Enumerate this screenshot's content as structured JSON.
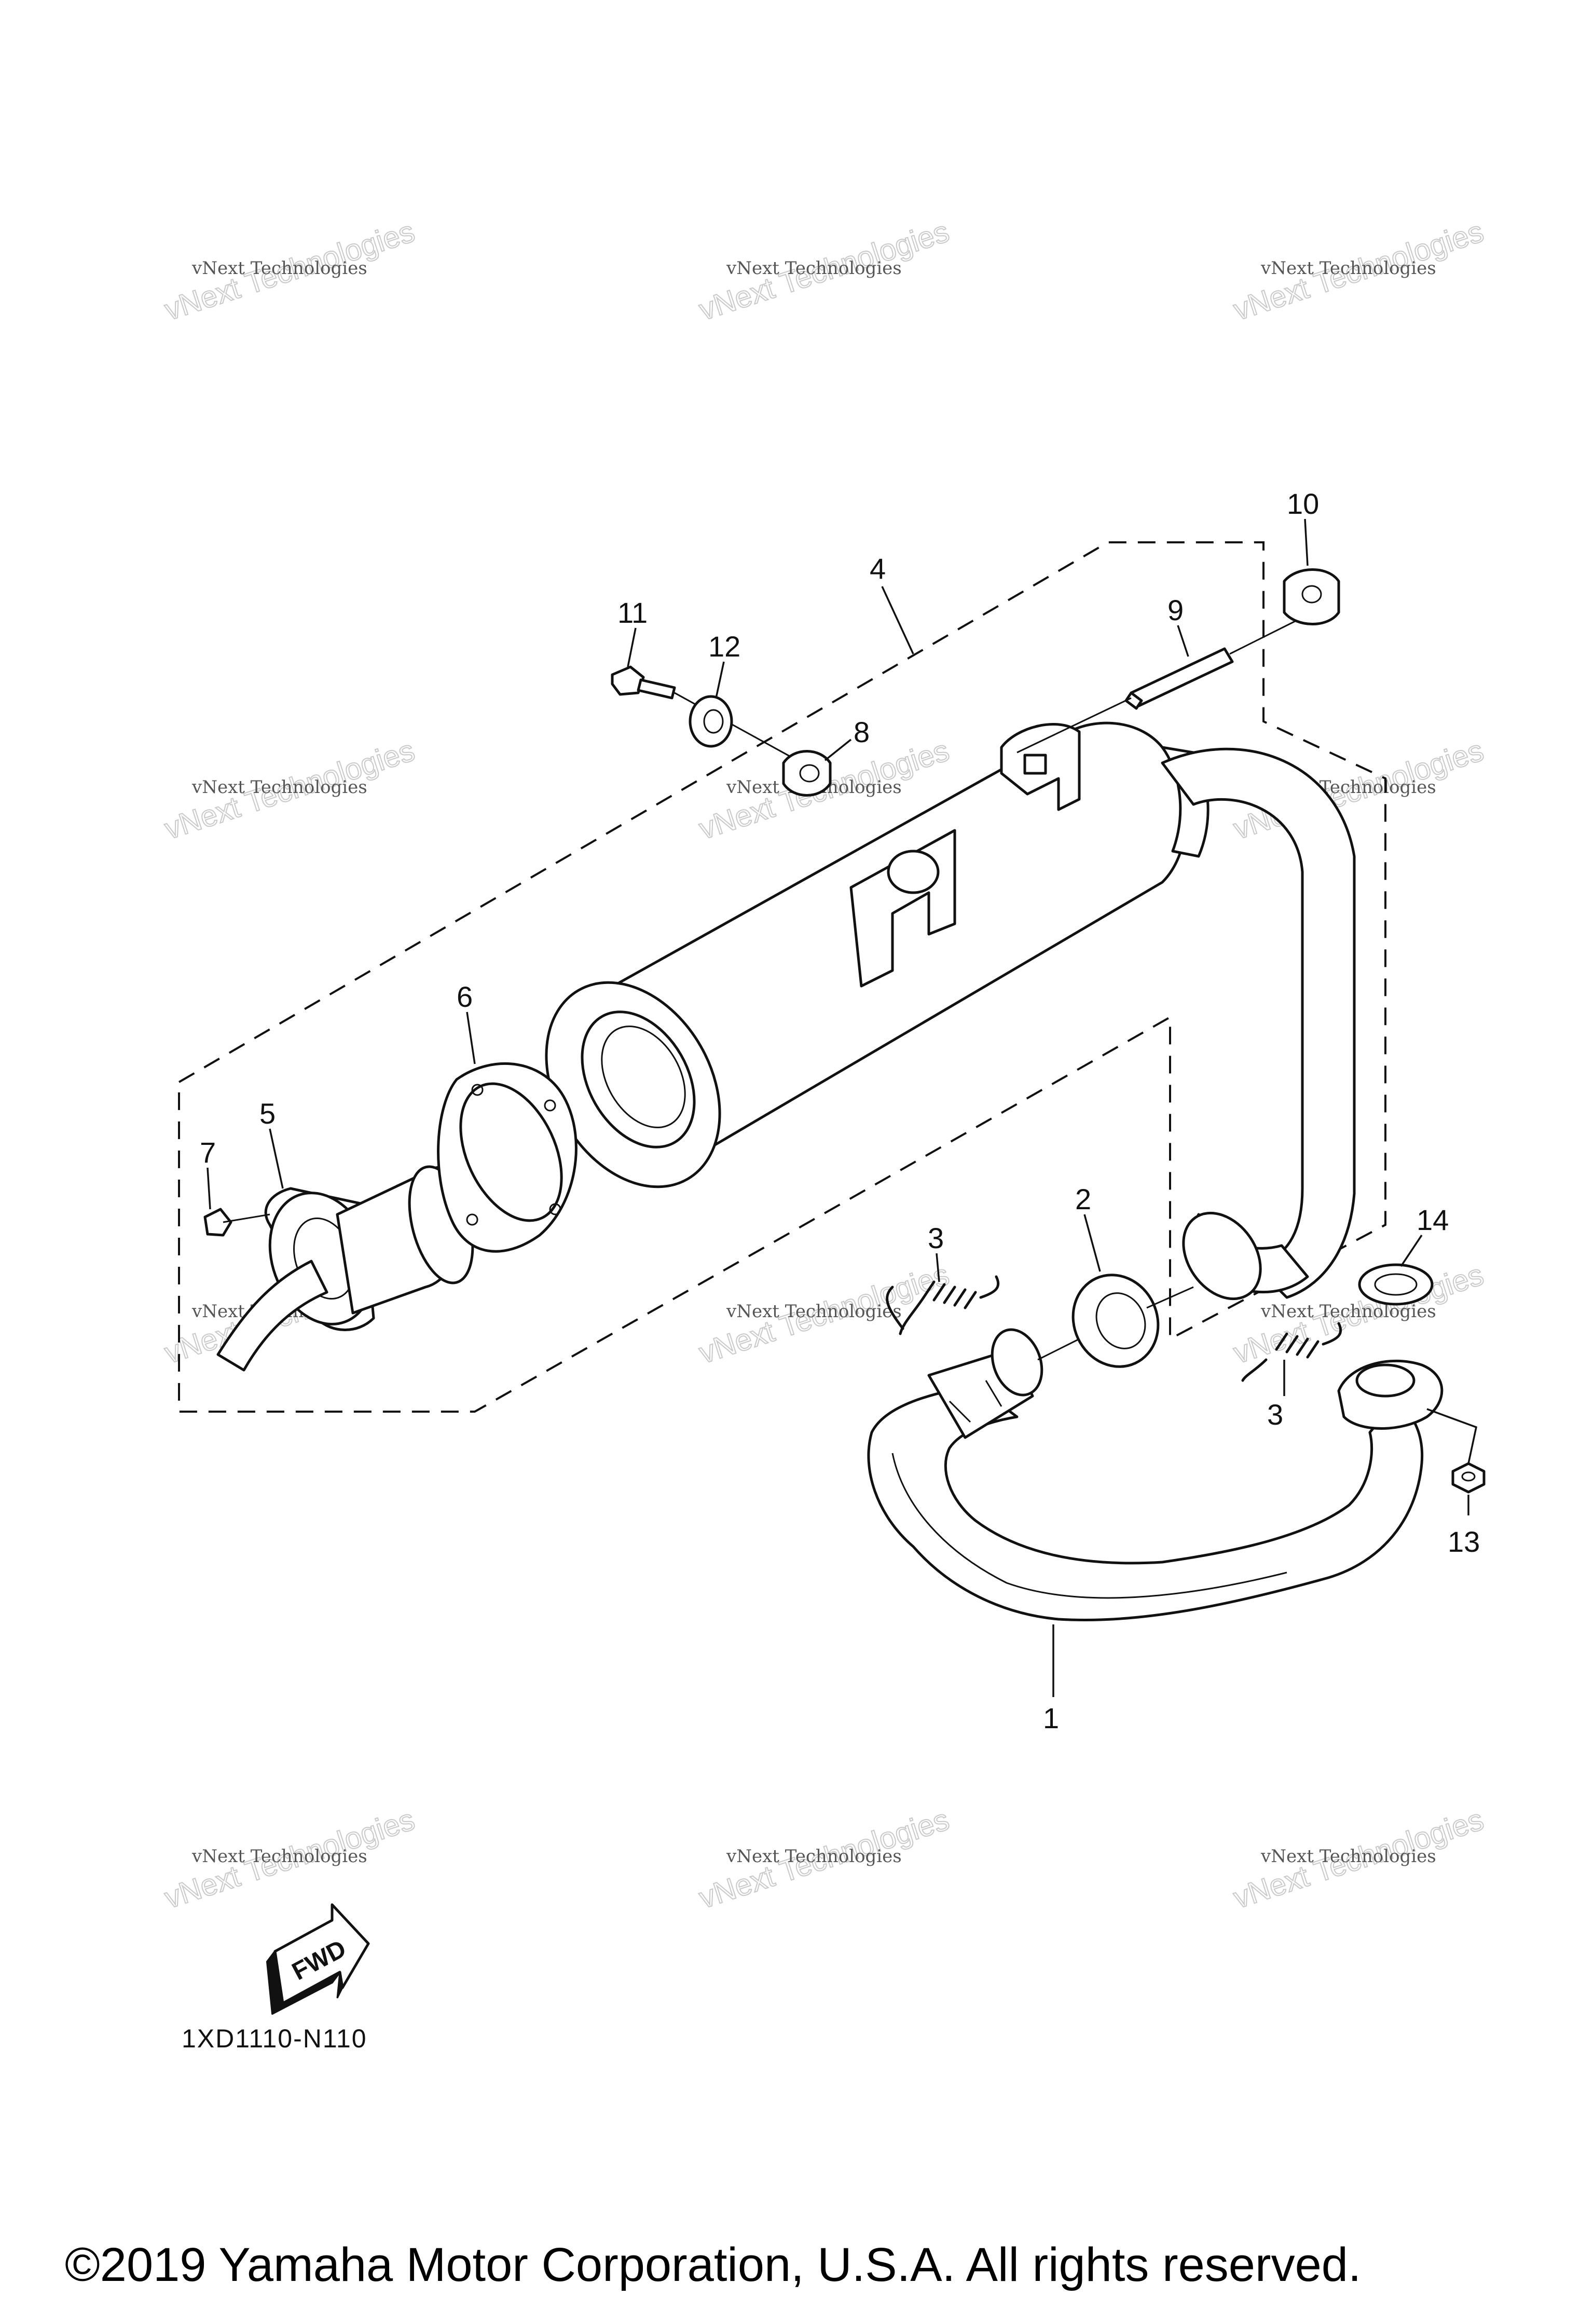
{
  "diagram": {
    "callouts": [
      "1",
      "2",
      "3",
      "3",
      "4",
      "5",
      "6",
      "7",
      "8",
      "9",
      "10",
      "11",
      "12",
      "13",
      "14"
    ],
    "watermark": {
      "line": "vNext Technologies",
      "big": "vNext Technologies"
    },
    "direction_badge": "FWD",
    "diagram_code": "1XD1110-N110"
  },
  "footer": {
    "copyright": "©2019 Yamaha Motor Corporation, U.S.A. All rights reserved."
  }
}
